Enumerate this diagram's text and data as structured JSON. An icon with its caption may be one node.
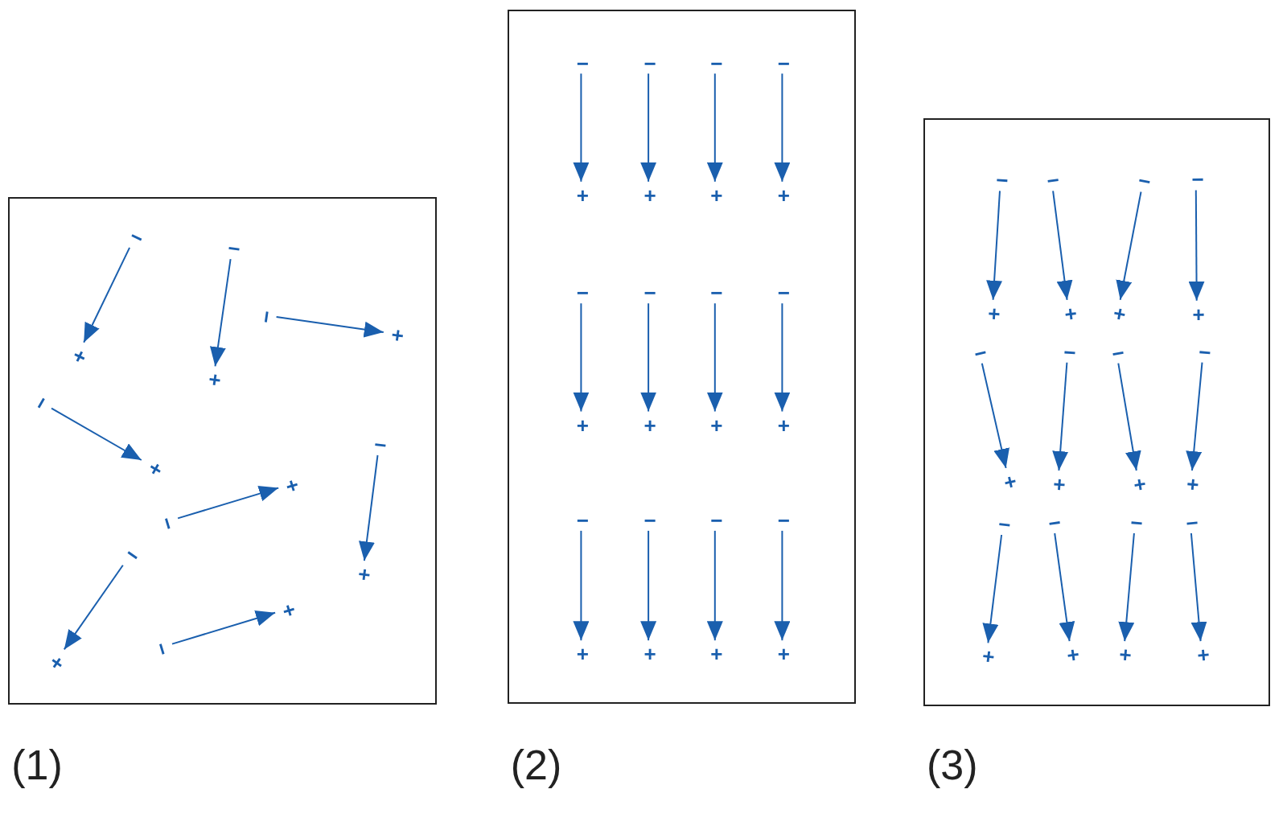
{
  "diagram": {
    "nodes": [
      {
        "text": [
          "(1)"
        ]
      },
      {
        "text": [
          "−"
        ],
        "in": 0
      },
      {
        "text": [
          "+"
        ],
        "in": 0
      },
      {
        "text": [
          "−"
        ],
        "in": 0
      },
      {
        "text": [
          "+"
        ],
        "in": 0
      },
      {
        "text": [
          "−"
        ],
        "in": 0
      },
      {
        "text": [
          "+"
        ],
        "in": 0
      },
      {
        "text": [
          "−"
        ],
        "in": 0
      },
      {
        "text": [
          "+"
        ],
        "in": 0
      },
      {
        "text": [
          "−"
        ],
        "in": 0
      },
      {
        "text": [
          "+"
        ],
        "in": 0
      },
      {
        "text": [
          "−"
        ],
        "in": 0
      },
      {
        "text": [
          "+"
        ],
        "in": 0
      },
      {
        "text": [
          "−"
        ],
        "in": 0
      },
      {
        "text": [
          "+"
        ],
        "in": 0
      },
      {
        "text": [
          "−"
        ],
        "in": 0
      },
      {
        "text": [
          "+"
        ],
        "in": 0
      },
      {
        "text": [
          "(2)"
        ]
      },
      {
        "text": [
          "−"
        ],
        "in": 17
      },
      {
        "text": [
          "+"
        ],
        "in": 17
      },
      {
        "text": [
          "−"
        ],
        "in": 17
      },
      {
        "text": [
          "+"
        ],
        "in": 17
      },
      {
        "text": [
          "−"
        ],
        "in": 17
      },
      {
        "text": [
          "+"
        ],
        "in": 17
      },
      {
        "text": [
          "−"
        ],
        "in": 17
      },
      {
        "text": [
          "+"
        ],
        "in": 17
      },
      {
        "text": [
          "−"
        ],
        "in": 17
      },
      {
        "text": [
          "+"
        ],
        "in": 17
      },
      {
        "text": [
          "−"
        ],
        "in": 17
      },
      {
        "text": [
          "+"
        ],
        "in": 17
      },
      {
        "text": [
          "−"
        ],
        "in": 17
      },
      {
        "text": [
          "+"
        ],
        "in": 17
      },
      {
        "text": [
          "−"
        ],
        "in": 17
      },
      {
        "text": [
          "+"
        ],
        "in": 17
      },
      {
        "text": [
          "−"
        ],
        "in": 17
      },
      {
        "text": [
          "+"
        ],
        "in": 17
      },
      {
        "text": [
          "−"
        ],
        "in": 17
      },
      {
        "text": [
          "+"
        ],
        "in": 17
      },
      {
        "text": [
          "−"
        ],
        "in": 17
      },
      {
        "text": [
          "+"
        ],
        "in": 17
      },
      {
        "text": [
          "−"
        ],
        "in": 17
      },
      {
        "text": [
          "+"
        ],
        "in": 17
      },
      {
        "text": [
          "(3)"
        ]
      },
      {
        "text": [
          "−"
        ],
        "in": 42
      },
      {
        "text": [
          "+"
        ],
        "in": 42
      },
      {
        "text": [
          "−"
        ],
        "in": 42
      },
      {
        "text": [
          "+"
        ],
        "in": 42
      },
      {
        "text": [
          "−"
        ],
        "in": 42
      },
      {
        "text": [
          "+"
        ],
        "in": 42
      },
      {
        "text": [
          "−"
        ],
        "in": 42
      },
      {
        "text": [
          "+"
        ],
        "in": 42
      },
      {
        "text": [
          "−"
        ],
        "in": 42
      },
      {
        "text": [
          "+"
        ],
        "in": 42
      },
      {
        "text": [
          "−"
        ],
        "in": 42
      },
      {
        "text": [
          "+"
        ],
        "in": 42
      },
      {
        "text": [
          "−"
        ],
        "in": 42
      },
      {
        "text": [
          "+"
        ],
        "in": 42
      },
      {
        "text": [
          "−"
        ],
        "in": 42
      },
      {
        "text": [
          "+"
        ],
        "in": 42
      },
      {
        "text": [
          "−"
        ],
        "in": 42
      },
      {
        "text": [
          "+"
        ],
        "in": 42
      },
      {
        "text": [
          "−"
        ],
        "in": 42
      },
      {
        "text": [
          "+"
        ],
        "in": 42
      },
      {
        "text": [
          "−"
        ],
        "in": 42
      },
      {
        "text": [
          "+"
        ],
        "in": 42
      },
      {
        "text": [
          "−"
        ],
        "in": 42
      },
      {
        "text": [
          "+"
        ],
        "in": 42
      }
    ],
    "edges": [
      {
        "from": 1,
        "to": 2,
        "arrow": "to"
      },
      {
        "from": 3,
        "to": 4,
        "arrow": "to"
      },
      {
        "from": 5,
        "to": 6,
        "arrow": "to"
      },
      {
        "from": 7,
        "to": 8,
        "arrow": "to"
      },
      {
        "from": 9,
        "to": 10,
        "arrow": "to"
      },
      {
        "from": 11,
        "to": 12,
        "arrow": "to"
      },
      {
        "from": 13,
        "to": 14,
        "arrow": "to"
      },
      {
        "from": 15,
        "to": 16,
        "arrow": "to"
      },
      {
        "from": 18,
        "to": 19,
        "arrow": "to"
      },
      {
        "from": 20,
        "to": 21,
        "arrow": "to"
      },
      {
        "from": 22,
        "to": 23,
        "arrow": "to"
      },
      {
        "from": 24,
        "to": 25,
        "arrow": "to"
      },
      {
        "from": 26,
        "to": 27,
        "arrow": "to"
      },
      {
        "from": 28,
        "to": 29,
        "arrow": "to"
      },
      {
        "from": 30,
        "to": 31,
        "arrow": "to"
      },
      {
        "from": 32,
        "to": 33,
        "arrow": "to"
      },
      {
        "from": 34,
        "to": 35,
        "arrow": "to"
      },
      {
        "from": 36,
        "to": 37,
        "arrow": "to"
      },
      {
        "from": 38,
        "to": 39,
        "arrow": "to"
      },
      {
        "from": 40,
        "to": 41,
        "arrow": "to"
      },
      {
        "from": 43,
        "to": 44,
        "arrow": "to"
      },
      {
        "from": 45,
        "to": 46,
        "arrow": "to"
      },
      {
        "from": 47,
        "to": 48,
        "arrow": "to"
      },
      {
        "from": 49,
        "to": 50,
        "arrow": "to"
      },
      {
        "from": 51,
        "to": 52,
        "arrow": "to"
      },
      {
        "from": 53,
        "to": 54,
        "arrow": "to"
      },
      {
        "from": 55,
        "to": 56,
        "arrow": "to"
      },
      {
        "from": 57,
        "to": 58,
        "arrow": "to"
      },
      {
        "from": 59,
        "to": 60,
        "arrow": "to"
      },
      {
        "from": 61,
        "to": 62,
        "arrow": "to"
      },
      {
        "from": 63,
        "to": 64,
        "arrow": "to"
      },
      {
        "from": 65,
        "to": 66,
        "arrow": "to"
      }
    ]
  }
}
